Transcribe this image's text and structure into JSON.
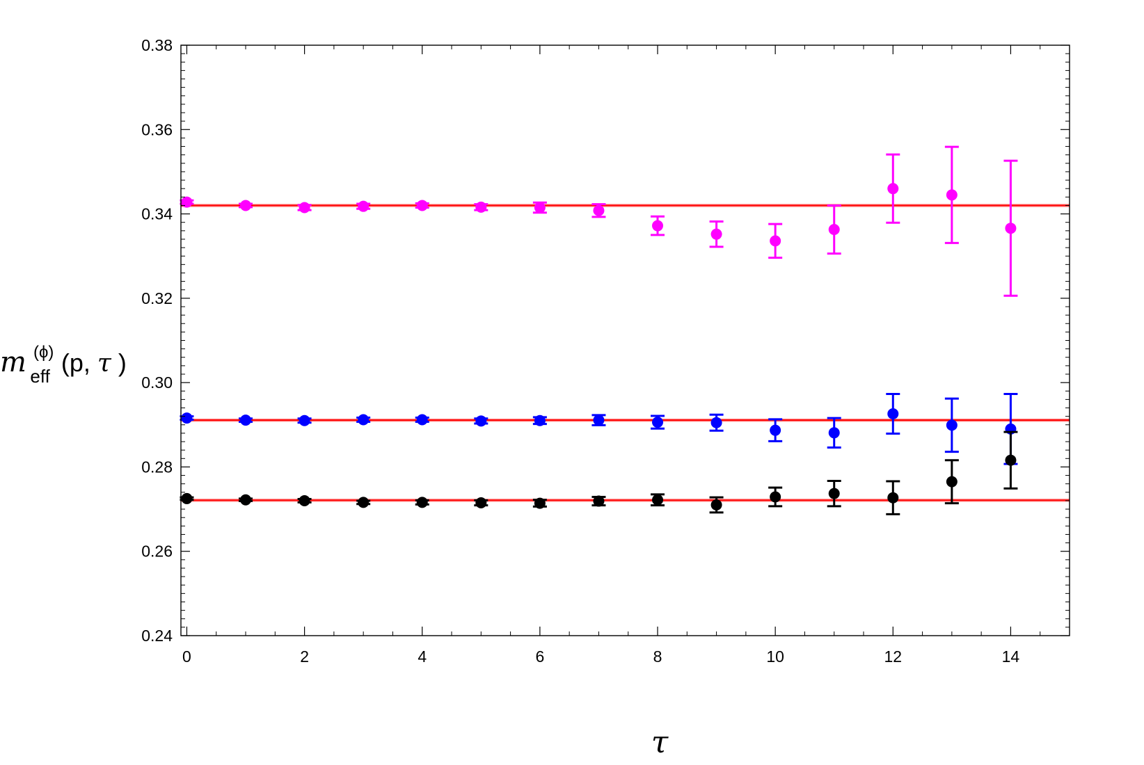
{
  "chart_data": {
    "type": "scatter",
    "title": "",
    "xlabel": "τ",
    "ylabel": {
      "symbol": "m",
      "superscript": "(ϕ)",
      "subscript": "eff",
      "args": "(p,τ)",
      "args_parts": [
        "(p,",
        "τ",
        ")"
      ]
    },
    "xlim": [
      -0.1,
      15
    ],
    "ylim": [
      0.24,
      0.38
    ],
    "x_ticks": [
      0,
      2,
      4,
      6,
      8,
      10,
      12,
      14
    ],
    "x_tick_labels": [
      "0",
      "2",
      "4",
      "6",
      "8",
      "10",
      "12",
      "14"
    ],
    "y_ticks": [
      0.24,
      0.26,
      0.28,
      0.3,
      0.32,
      0.34,
      0.36,
      0.38
    ],
    "y_tick_labels": [
      "0.24",
      "0.26",
      "0.28",
      "0.30",
      "0.32",
      "0.34",
      "0.36",
      "0.38"
    ],
    "grid": false,
    "legend": "none",
    "fit_band_color": "#ff0000",
    "series": [
      {
        "color": "#ff00ff",
        "x": [
          0,
          1,
          2,
          3,
          4,
          5,
          6,
          7,
          8,
          9,
          10,
          11,
          12,
          13,
          14
        ],
        "y": [
          0.3428,
          0.342,
          0.3415,
          0.3418,
          0.342,
          0.3416,
          0.3415,
          0.3408,
          0.3372,
          0.3352,
          0.3336,
          0.3363,
          0.346,
          0.3445,
          0.3366
        ],
        "yerr": [
          0.0004,
          0.0004,
          0.0006,
          0.0006,
          0.0005,
          0.0007,
          0.0012,
          0.0015,
          0.0022,
          0.003,
          0.004,
          0.0057,
          0.0081,
          0.0114,
          0.016
        ],
        "fit": 0.342,
        "fit_err": 0.0004
      },
      {
        "color": "#0000ff",
        "x": [
          0,
          1,
          2,
          3,
          4,
          5,
          6,
          7,
          8,
          9,
          10,
          11,
          12,
          13,
          14
        ],
        "y": [
          0.2916,
          0.2911,
          0.291,
          0.2912,
          0.2912,
          0.2909,
          0.291,
          0.2911,
          0.2906,
          0.2905,
          0.2887,
          0.2881,
          0.2926,
          0.2899,
          0.289
        ],
        "yerr": [
          0.0004,
          0.0004,
          0.0005,
          0.0005,
          0.0005,
          0.0006,
          0.0008,
          0.0012,
          0.0015,
          0.0019,
          0.0026,
          0.0035,
          0.0047,
          0.0063,
          0.0083
        ],
        "fit": 0.2911,
        "fit_err": 0.0004
      },
      {
        "color": "#000000",
        "x": [
          0,
          1,
          2,
          3,
          4,
          5,
          6,
          7,
          8,
          9,
          10,
          11,
          12,
          13,
          14
        ],
        "y": [
          0.2725,
          0.2722,
          0.272,
          0.2716,
          0.2716,
          0.2715,
          0.2714,
          0.2719,
          0.2722,
          0.271,
          0.2729,
          0.2737,
          0.2727,
          0.2765,
          0.2816
        ],
        "yerr": [
          0.0003,
          0.0003,
          0.0004,
          0.0004,
          0.0005,
          0.0006,
          0.0008,
          0.001,
          0.0013,
          0.0018,
          0.0022,
          0.003,
          0.0039,
          0.0051,
          0.0067
        ],
        "fit": 0.2721,
        "fit_err": 0.0004
      }
    ]
  }
}
